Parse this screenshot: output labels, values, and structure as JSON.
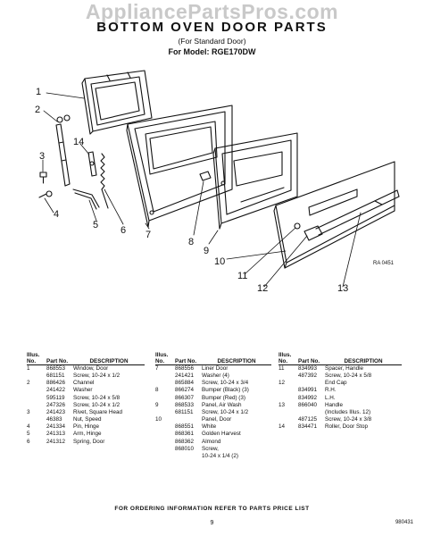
{
  "watermark": "AppliancePartsPros.com",
  "header": {
    "title": "BOTTOM OVEN DOOR PARTS",
    "subtitle": "(For Standard Door)",
    "model": "For Model: RGE170DW"
  },
  "diagram": {
    "callouts": [
      "1",
      "2",
      "3",
      "4",
      "5",
      "6",
      "7",
      "8",
      "9",
      "10",
      "11",
      "12",
      "13",
      "14"
    ],
    "ref_code": "RA 0451"
  },
  "table": {
    "headers": {
      "illus": "Illus. No.",
      "part": "Part No.",
      "description": "DESCRIPTION"
    },
    "columns": [
      [
        [
          "1",
          "868553",
          "Window, Door"
        ],
        [
          "",
          "681151",
          "Screw, 10-24 x 1/2"
        ],
        [
          "2",
          "886426",
          "Channel"
        ],
        [
          "",
          "241422",
          "Washer"
        ],
        [
          "",
          "595119",
          "Screw, 10-24 x 5/8"
        ],
        [
          "",
          "247326",
          "Screw, 10-24 x 1/2"
        ],
        [
          "3",
          "241423",
          "Rivet, Square Head"
        ],
        [
          "",
          "46383",
          "Nut, Speed"
        ],
        [
          "4",
          "241334",
          "Pin, Hinge"
        ],
        [
          "5",
          "241313",
          "Arm, Hinge"
        ],
        [
          "6",
          "241312",
          "Spring, Door"
        ]
      ],
      [
        [
          "7",
          "868556",
          "Liner Door"
        ],
        [
          "",
          "241421",
          "Washer (4)"
        ],
        [
          "",
          "865884",
          "Screw, 10-24 x 3/4"
        ],
        [
          "8",
          "866274",
          "Bumper (Black) (3)"
        ],
        [
          "",
          "866307",
          "Bumper (Red) (3)"
        ],
        [
          "9",
          "868533",
          "Panel, Air Wash"
        ],
        [
          "",
          "681151",
          "Screw, 10-24 x 1/2"
        ],
        [
          "10",
          "",
          "Panel, Door"
        ],
        [
          "",
          "868551",
          "White"
        ],
        [
          "",
          "868361",
          "Golden Harvest"
        ],
        [
          "",
          "868362",
          "Almond"
        ],
        [
          "",
          "868010",
          "Screw,"
        ],
        [
          "",
          "",
          "10-24 x 1/4 (2)"
        ]
      ],
      [
        [
          "11",
          "834993",
          "Spacer, Handle"
        ],
        [
          "",
          "487392",
          "Screw, 10-24 x 5/8"
        ],
        [
          "12",
          "",
          "End Cap"
        ],
        [
          "",
          "834991",
          "R.H."
        ],
        [
          "",
          "834992",
          "L.H."
        ],
        [
          "13",
          "866040",
          "Handle"
        ],
        [
          "",
          "",
          "(Includes Illus. 12)"
        ],
        [
          "",
          "487125",
          "Screw, 10-24 x 3/8"
        ],
        [
          "14",
          "834471",
          "Roller, Door Stop"
        ]
      ]
    ]
  },
  "footer": {
    "note": "FOR ORDERING INFORMATION REFER TO PARTS PRICE LIST",
    "page": "9",
    "doc_code": "980431"
  }
}
